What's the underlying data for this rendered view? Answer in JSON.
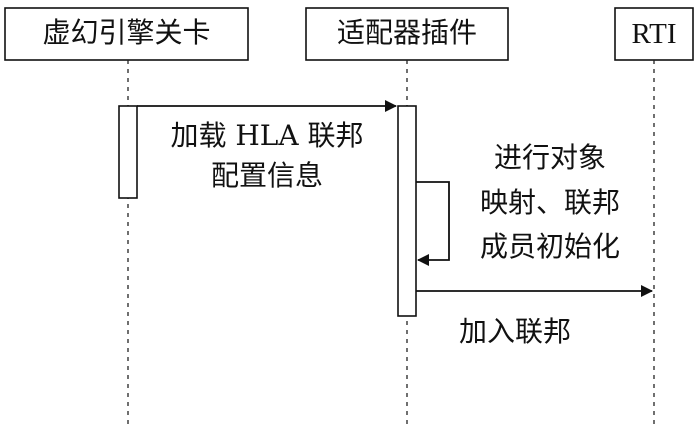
{
  "participants": [
    {
      "name": "虚幻引擎关卡"
    },
    {
      "name": "适配器插件"
    },
    {
      "name": "RTI"
    }
  ],
  "messages": [
    {
      "from": "虚幻引擎关卡",
      "to": "适配器插件",
      "lines": [
        "加载 HLA 联邦",
        "配置信息"
      ]
    },
    {
      "from": "适配器插件",
      "to": "适配器插件",
      "lines": [
        "进行对象",
        "映射、联邦",
        "成员初始化"
      ]
    },
    {
      "from": "适配器插件",
      "to": "RTI",
      "lines": [
        "加入联邦"
      ]
    }
  ]
}
